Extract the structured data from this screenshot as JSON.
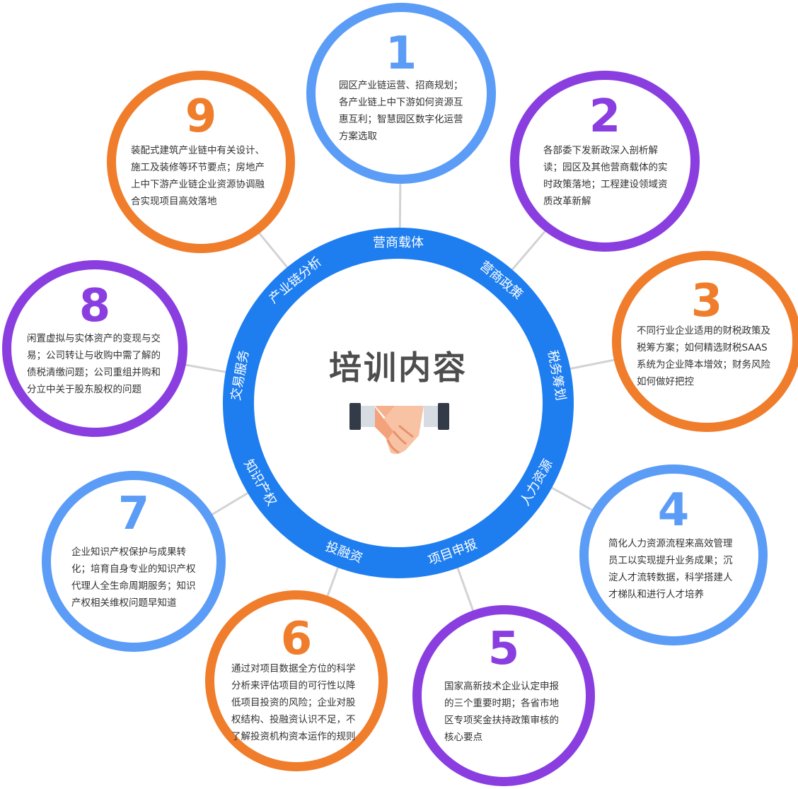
{
  "colors": {
    "blue": "#5b9cf6",
    "purple": "#8a3ee0",
    "orange": "#ef7d2b",
    "ring": "#1e7ef0",
    "connector": "#d3d3d3"
  },
  "center": {
    "title": "培训内容",
    "icon": "handshake-icon"
  },
  "ring_labels": [
    "营商载体",
    "营商政策",
    "税务筹划",
    "人力资源",
    "项目申报",
    "投融资",
    "知识产权",
    "交易服务",
    "产业链分析"
  ],
  "topics": [
    {
      "number": "1",
      "color": "blue",
      "lines": [
        "园区产业链运营、招商规划；",
        "各产业链上中下游如何资源互",
        "惠互利；智慧园区数字化运营",
        "方案选取"
      ]
    },
    {
      "number": "2",
      "color": "purple",
      "lines": [
        "各部委下发新政深入剖析解",
        "读；园区及其他营商载体的实",
        "时政策落地；工程建设领域资",
        "质改革新解"
      ]
    },
    {
      "number": "3",
      "color": "orange",
      "lines": [
        "不同行业企业适用的财税政策及",
        "税筹方案；如何精选财税SAAS",
        "系统为企业降本增效；财务风险",
        "如何做好把控"
      ]
    },
    {
      "number": "4",
      "color": "blue",
      "lines": [
        "简化人力资源流程来高效管理",
        "员工以实现提升业务成果；沉",
        "淀人才流转数据，科学搭建人",
        "才梯队和进行人才培养"
      ]
    },
    {
      "number": "5",
      "color": "purple",
      "lines": [
        "国家高新技术企业认定申报",
        "的三个重要时期；各省市地",
        "区专项奖金扶持政策审核的",
        "核心要点"
      ]
    },
    {
      "number": "6",
      "color": "orange",
      "lines": [
        "通过对项目数据全方位的科学",
        "分析来评估项目的可行性以降",
        "低项目投资的风险；企业对股",
        "权结构、投融资认识不足，不",
        "了解投资机构资本运作的规则"
      ]
    },
    {
      "number": "7",
      "color": "blue",
      "lines": [
        "企业知识产权保护与成果转",
        "化；培育自身专业的知识产权",
        "代理人全生命周期服务；知识",
        "产权相关维权问题早知道"
      ]
    },
    {
      "number": "8",
      "color": "purple",
      "lines": [
        "闲置虚拟与实体资产的变现与交",
        "易；公司转让与收购中需了解的",
        "债税清缴问题；公司重组并购和",
        "分立中关于股东股权的问题"
      ]
    },
    {
      "number": "9",
      "color": "orange",
      "lines": [
        "装配式建筑产业链中有关设计、",
        "施工及装修等环节要点；房地产",
        "上中下游产业链企业资源协调融",
        "合实现项目高效落地"
      ]
    }
  ]
}
